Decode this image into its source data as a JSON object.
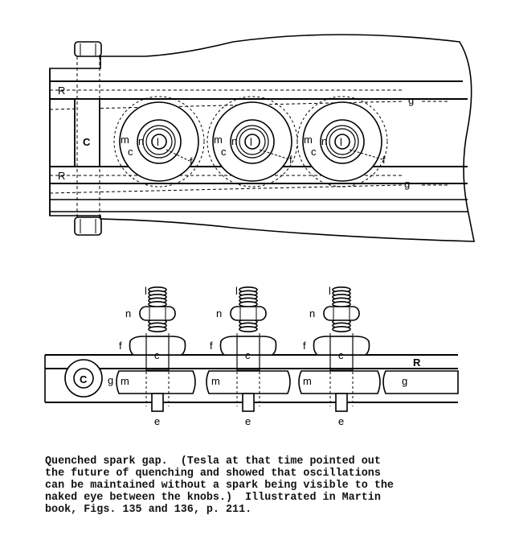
{
  "figure": {
    "top_labels": {
      "rail": "R",
      "crosspiece": "C",
      "guide": "g",
      "outer_ring": "m",
      "inner_ring": "c",
      "knob": "n",
      "center": "l",
      "fin": "f"
    },
    "side_labels": {
      "bolt": "l",
      "nut": "n",
      "fin": "f",
      "core": "c",
      "rail": "R",
      "crosspiece": "C",
      "guide": "g",
      "plate": "m",
      "electrode": "e"
    }
  },
  "caption": {
    "lines": [
      "Quenched spark gap.  (Tesla at that time pointed out",
      "the future of quenching and showed that oscillations",
      "can be maintained without a spark being visible to the",
      "naked eye between the knobs.)  Illustrated in Martin",
      "book, Figs. 135 and 136, p. 211."
    ]
  }
}
